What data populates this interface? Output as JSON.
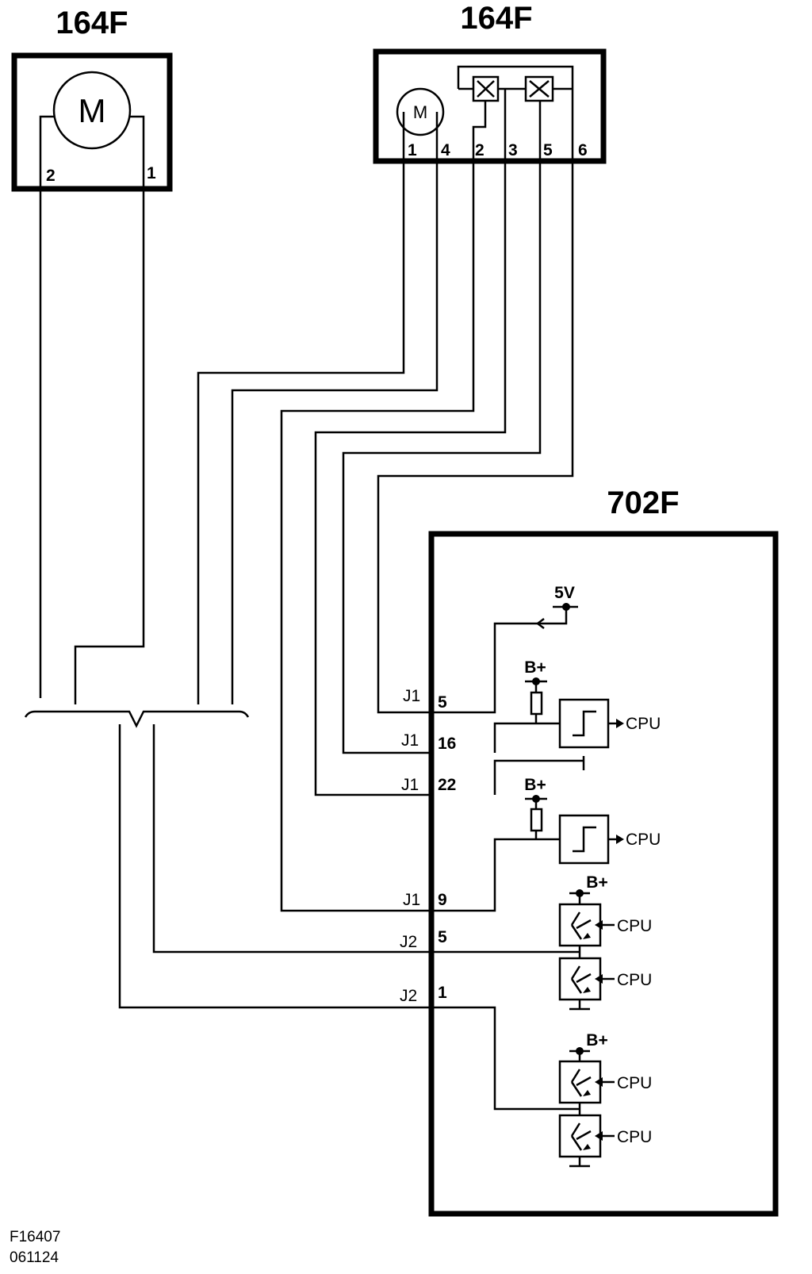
{
  "components": {
    "motor_left": {
      "title": "164F",
      "motor_symbol": "M",
      "pins": [
        "2",
        "1"
      ]
    },
    "motor_right": {
      "title": "164F",
      "motor_symbol": "M",
      "pins": [
        "1",
        "4",
        "2",
        "3",
        "5",
        "6"
      ]
    },
    "control_unit": {
      "title": "702F"
    }
  },
  "supply_labels": {
    "five_volt": "5V",
    "battery": "B+"
  },
  "connector_pins": [
    {
      "connector": "J1",
      "pin": "5"
    },
    {
      "connector": "J1",
      "pin": "16"
    },
    {
      "connector": "J1",
      "pin": "22"
    },
    {
      "connector": "J1",
      "pin": "9"
    },
    {
      "connector": "J2",
      "pin": "5"
    },
    {
      "connector": "J2",
      "pin": "1"
    }
  ],
  "cpu_label": "CPU",
  "footer": {
    "figure_id": "F16407",
    "date_code": "061124"
  }
}
